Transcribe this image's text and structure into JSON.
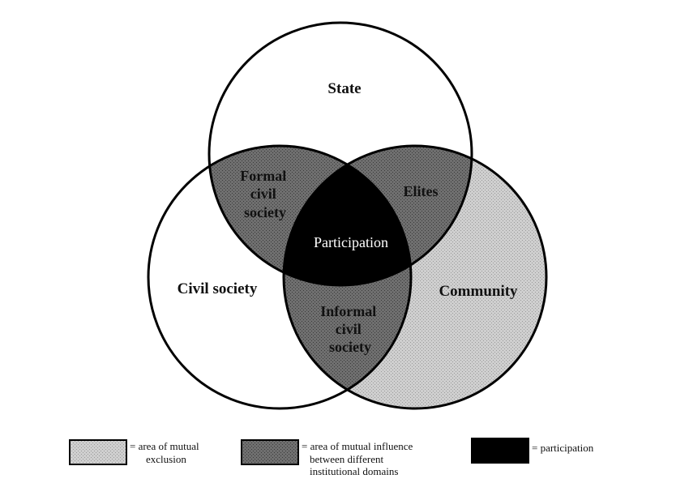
{
  "circles": {
    "state": "State",
    "civil_society": "Civil society",
    "community": "Community"
  },
  "intersections": {
    "formal_civil_society": [
      "Formal",
      "civil",
      "society"
    ],
    "elites": "Elites",
    "informal_civil_society": [
      "Informal",
      "civil",
      "society"
    ],
    "participation": "Participation"
  },
  "legend": [
    {
      "lines": [
        "= area of mutual",
        "exclusion"
      ],
      "swatch": "light-stipple"
    },
    {
      "lines": [
        "= area of mutual influence",
        "between different",
        "institutional domains"
      ],
      "swatch": "dark-stipple"
    },
    {
      "lines": [
        "= participation"
      ],
      "swatch": "black"
    }
  ],
  "colors": {
    "exclusion_fill": "#c9c9c9",
    "influence_fill": "#6a6a6a",
    "participation_fill": "#000000",
    "outline": "#000000",
    "background": "#ffffff"
  }
}
